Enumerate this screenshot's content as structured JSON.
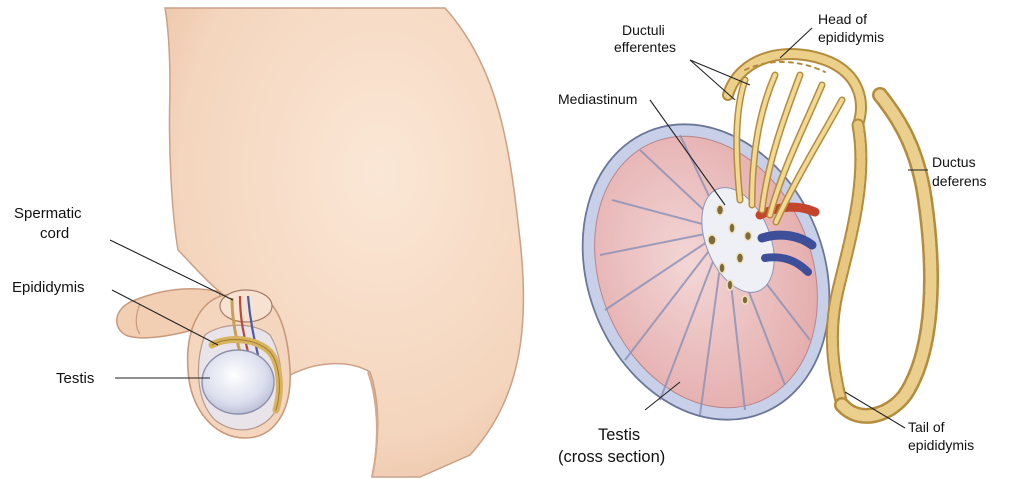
{
  "labels": {
    "spermatic_cord": [
      "Spermatic",
      "cord"
    ],
    "epididymis": "Epididymis",
    "testis": "Testis",
    "ductuli_efferentes": [
      "Ductuli",
      "efferentes"
    ],
    "head_of_epididymis": [
      "Head of",
      "epididymis"
    ],
    "mediastinum": "Mediastinum",
    "ductus_deferens": [
      "Ductus",
      "deferens"
    ],
    "tail_of_epididymis": [
      "Tail of",
      "epididymis"
    ],
    "testis_cross_section": [
      "Testis",
      "(cross section)"
    ]
  },
  "colors": {
    "skin": "#f6dcc6",
    "skin_shadow": "#e2b99c",
    "lobule_pink": "#eab3b0",
    "capsule_blue": "#c9d3ea",
    "duct_gold": "#e3c27a",
    "duct_shadow": "#b48c3d",
    "artery_red": "#c2452c",
    "vein_blue": "#3e4f9a"
  }
}
